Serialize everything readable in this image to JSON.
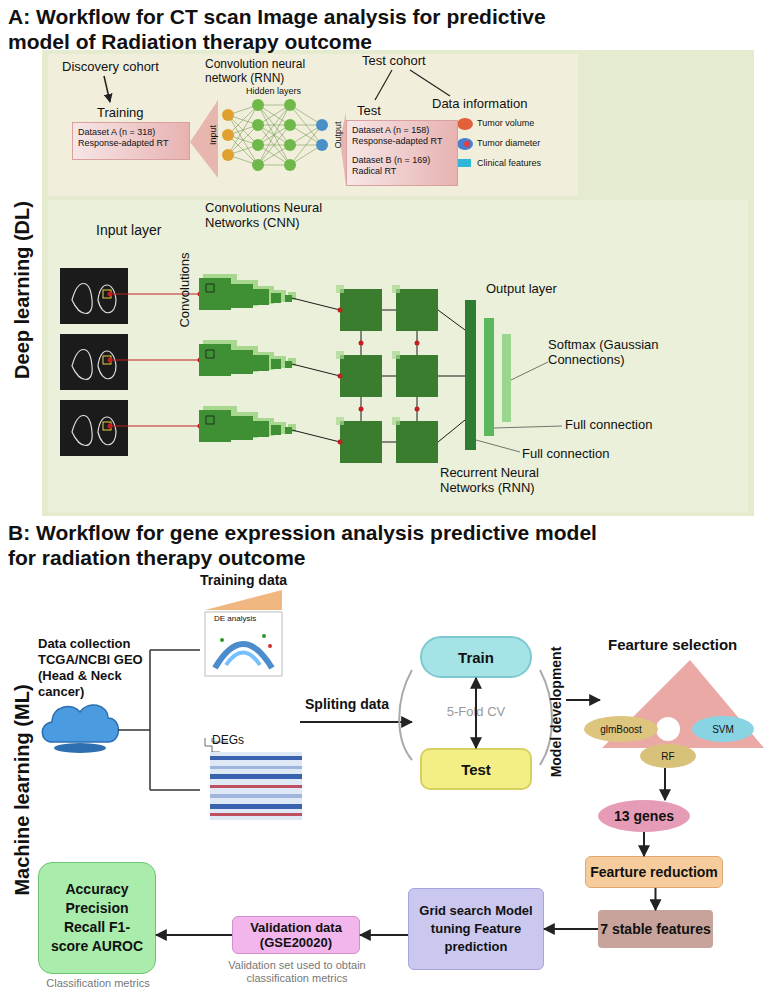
{
  "diagram": {
    "title": "A: Workflow for CT scan Image analysis for predictive model of Radiation therapy outcome",
    "nodes": [
      {
        "text": [
          "Training",
          "Dataset A (n = 318) Response-adapted RT"
        ]
      },
      {
        "text": [
          "Test",
          "Dataset A (n = 158) Response-adapted RT",
          "Dataset B (n = 169) Radical RT"
        ]
      },
      {
        "text": [
          "Train"
        ]
      },
      {
        "text": [
          "Test"
        ]
      },
      {
        "text": [
          "glmBoost"
        ]
      },
      {
        "text": [
          "SVM"
        ]
      },
      {
        "text": [
          "RF"
        ]
      },
      {
        "text": [
          "13 genes"
        ]
      },
      {
        "text": [
          "Fearture reductiom"
        ]
      },
      {
        "text": [
          "7 stable features"
        ]
      },
      {
        "text": [
          "Grid search Model tuning Feature prediction"
        ]
      },
      {
        "text": [
          "Validation data (GSE20020)",
          "Validation set used to obtain classification metrics"
        ]
      },
      {
        "text": [
          "Accuracy Precision Recall F1-score AUROC",
          "Classification metrics"
        ]
      }
    ],
    "edges": [
      {
        "from": 2,
        "to": 3,
        "arrow": "both",
        "label": "5-Fold CV"
      },
      {
        "from": 6,
        "to": 7,
        "arrow": "to"
      },
      {
        "from": 7,
        "to": 8,
        "arrow": "to"
      },
      {
        "from": 8,
        "to": 9,
        "arrow": "to"
      },
      {
        "from": 9,
        "to": 10,
        "arrow": "to"
      },
      {
        "from": 10,
        "to": 11,
        "arrow": "to"
      },
      {
        "from": 11,
        "to": 12,
        "arrow": "to"
      }
    ],
    "labels": [
      "Discovery cohort",
      "Convolution neural network (RNN)",
      "Test cohort",
      "Hidden layers",
      "Input",
      "Output",
      "Data information",
      "Tumor volume",
      "Tumor diameter",
      "Clinical features",
      "Deep learning (DL)",
      "Input layer",
      "Convolutions Neural Networks (CNN)",
      "Convolutions",
      "Output layer",
      "Softmax (Gaussian Connections)",
      "Full connection",
      "Full connection",
      "Recurrent Neural Networks (RNN)",
      "B: Workflow for gene expression analysis predictive model for radiation therapy outcome",
      "Machine learning (ML)",
      "Data collection TCGA/NCBI GEO (Head & Neck cancer)",
      "Training data",
      "DE analysis",
      "DEGs",
      "Spliting data",
      "Model development",
      "Fearture selection"
    ]
  }
}
